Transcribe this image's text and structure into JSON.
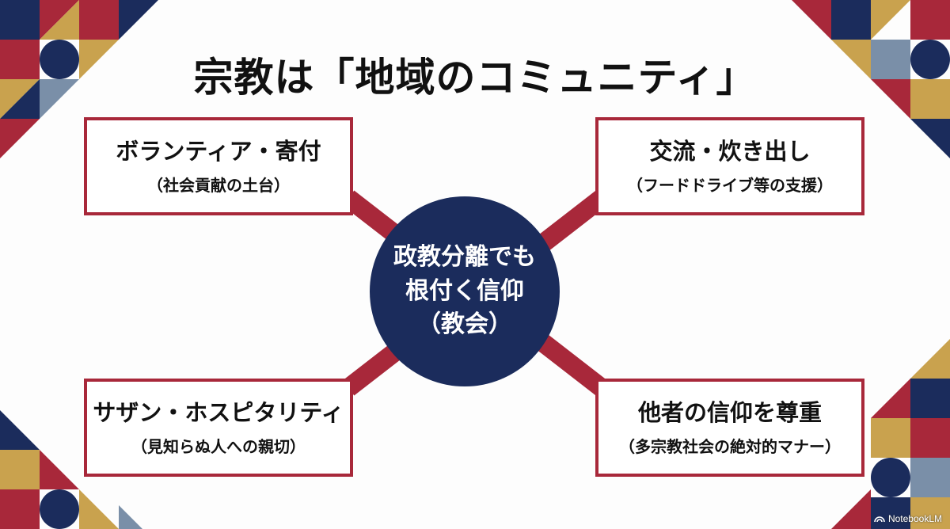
{
  "title": "宗教は「地域のコミュニティ」",
  "center": {
    "lines": [
      "政教分離でも",
      "根付く信仰",
      "（教会）"
    ]
  },
  "boxes": [
    {
      "main": "ボランティア・寄付",
      "sub": "（社会貢献の土台）"
    },
    {
      "main": "交流・炊き出し",
      "sub": "（フードドライブ等の支援）"
    },
    {
      "main": "サザン・ホスピタリティ",
      "sub": "（見知らぬ人への親切）"
    },
    {
      "main": "他者の信仰を尊重",
      "sub": "（多宗教社会の絶対的マナー）"
    }
  ],
  "badge": {
    "label": "NotebookLM",
    "icon": "notebooklm-icon"
  },
  "colors": {
    "navy": "#1b2c5c",
    "crimson": "#a8283a",
    "gold": "#c9a24e",
    "slate": "#7a8fa8"
  }
}
